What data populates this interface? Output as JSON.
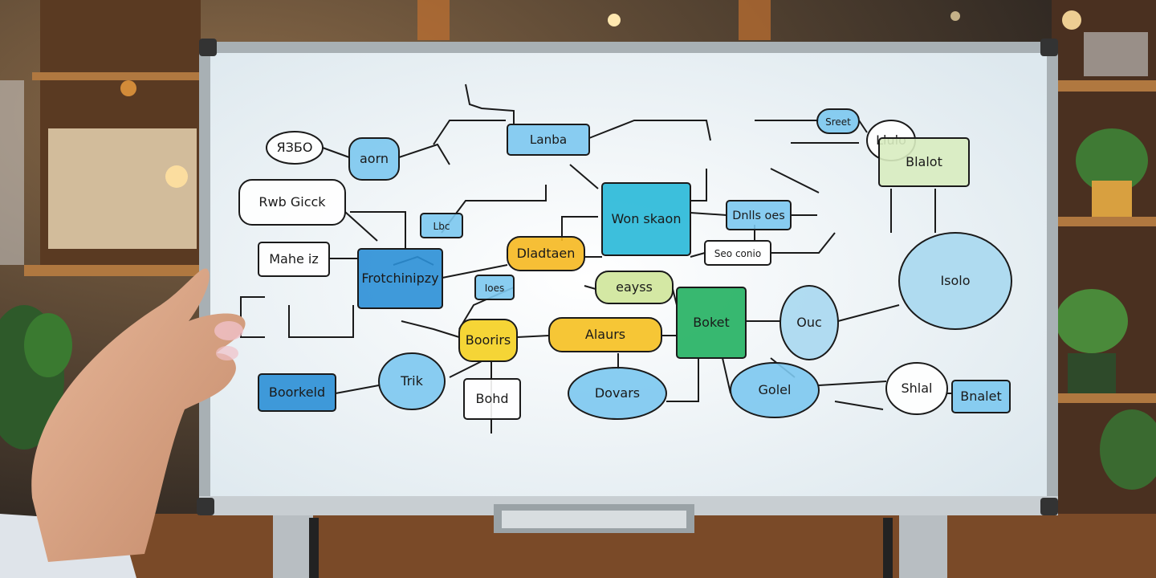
{
  "scene": {
    "description_free": true
  },
  "whiteboard": {
    "nodes": [
      {
        "label": "ЯЗБО",
        "fill": "#ffffff"
      },
      {
        "label": "aorn",
        "fill": "#7cc8f0"
      },
      {
        "label": "Lanba",
        "fill": "#7cc8f0"
      },
      {
        "label": "Rwb Gicck",
        "fill": "#ffffff"
      },
      {
        "label": "Lbc",
        "fill": "#7cc8f0"
      },
      {
        "label": "Won skaon",
        "fill": "#28b8d8"
      },
      {
        "label": "Dnlls oes",
        "fill": "#7cc8f0"
      },
      {
        "label": "Sreet",
        "fill": "#7cc8f0"
      },
      {
        "label": "Llulo",
        "fill": "#ffffff"
      },
      {
        "label": "Blalot",
        "fill": "#d8ecc0"
      },
      {
        "label": "Mahe iz",
        "fill": "#ffffff"
      },
      {
        "label": "Frotchinipzy",
        "fill": "#2b8fd6"
      },
      {
        "label": "Dladtaen",
        "fill": "#f5b820"
      },
      {
        "label": "Seo conio",
        "fill": "#ffffff"
      },
      {
        "label": "Isolo",
        "fill": "#a8d8f0"
      },
      {
        "label": "Ioes",
        "fill": "#7cc8f0"
      },
      {
        "label": "eayss",
        "fill": "#cfe59a"
      },
      {
        "label": "Boorirs",
        "fill": "#f5d020"
      },
      {
        "label": "Alaurs",
        "fill": "#f5c020"
      },
      {
        "label": "Boket",
        "fill": "#22b060"
      },
      {
        "label": "Ouc",
        "fill": "#a8d8f0"
      },
      {
        "label": "Trik",
        "fill": "#7cc8f0"
      },
      {
        "label": "Boorkeld",
        "fill": "#2b8fd6"
      },
      {
        "label": "Bohd",
        "fill": "#ffffff"
      },
      {
        "label": "Dovars",
        "fill": "#7cc8f0"
      },
      {
        "label": "Golel",
        "fill": "#7cc8f0"
      },
      {
        "label": "Shlal",
        "fill": "#ffffff"
      },
      {
        "label": "Bnalet",
        "fill": "#7cc8f0"
      }
    ]
  },
  "colors": {
    "board": "#eef4f7",
    "frame": "#9aa3a8",
    "ink": "#1a1a1a",
    "shelf": "#8a5a30",
    "warm_light": "#f0b060"
  }
}
